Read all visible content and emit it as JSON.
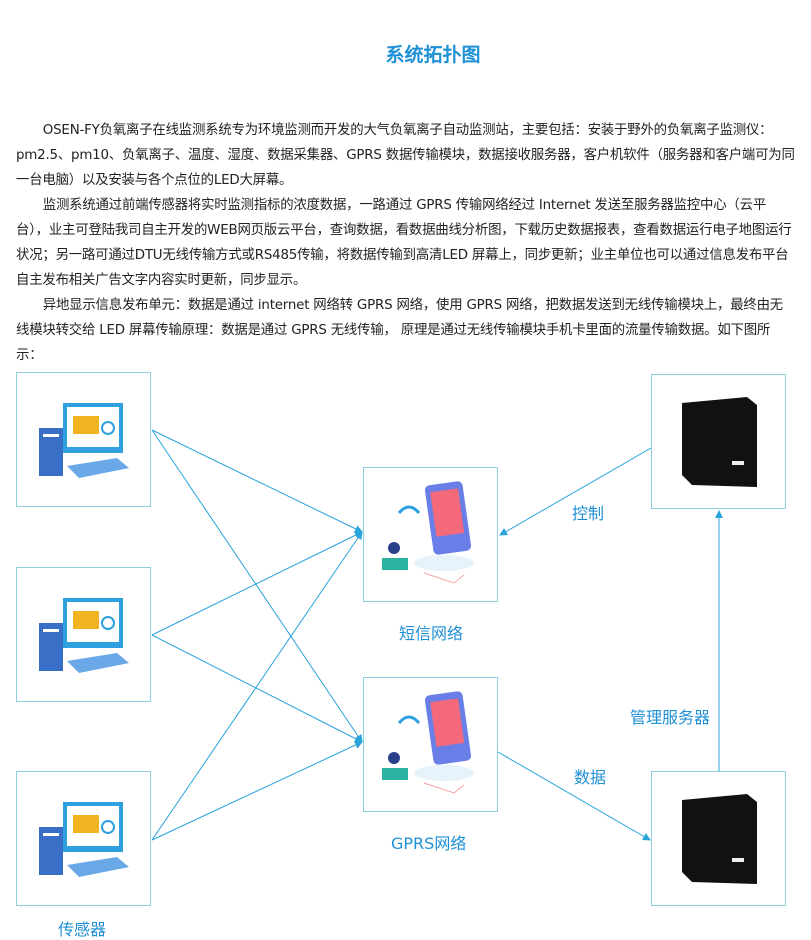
{
  "title": "系统拓扑图",
  "paragraphs": [
    "OSEN-FY负氧离子在线监测系统专为环境监测而开发的大气负氧离子自动监测站，主要包括：安装于野外的负氧离子监测仪：pm2.5、pm10、负氧离子、温度、湿度、数据采集器、GPRS 数据传输模块，数据接收服务器，客户机软件（服务器和客户端可为同一台电脑）以及安装与各个点位的LED大屏幕。",
    "监测系统通过前端传感器将实时监测指标的浓度数据，一路通过 GPRS 传输网络经过 Internet 发送至服务器监控中心（云平台），业主可登陆我司自主开发的WEB网页版云平台，查询数据，看数据曲线分析图，下载历史数据报表，查看数据运行电子地图运行状况；另一路可通过DTU无线传输方式或RS485传输，将数据传输到高清LED 屏幕上，同步更新；业主单位也可以通过信息发布平台自主发布相关广告文字内容实时更新，同步显示。",
    "异地显示信息发布单元：数据是通过 internet 网络转 GPRS 网络，使用 GPRS 网络，把数据发送到无线传输模块上，最终由无线模块转交给 LED 屏幕传输原理：数据是通过 GPRS 无线传输， 原理是通过无线传输模块手机卡里面的流量传输数据。如下图所示："
  ],
  "diagram": {
    "sms_network": "短信网络",
    "gprs_network": "GPRS网络",
    "control": "控制",
    "management_server": "管理服务器",
    "data": "数据",
    "sensor": "传感器"
  },
  "colors": {
    "accent": "#1e90d6",
    "border": "#8fd0e0",
    "line": "#29a3dc"
  }
}
